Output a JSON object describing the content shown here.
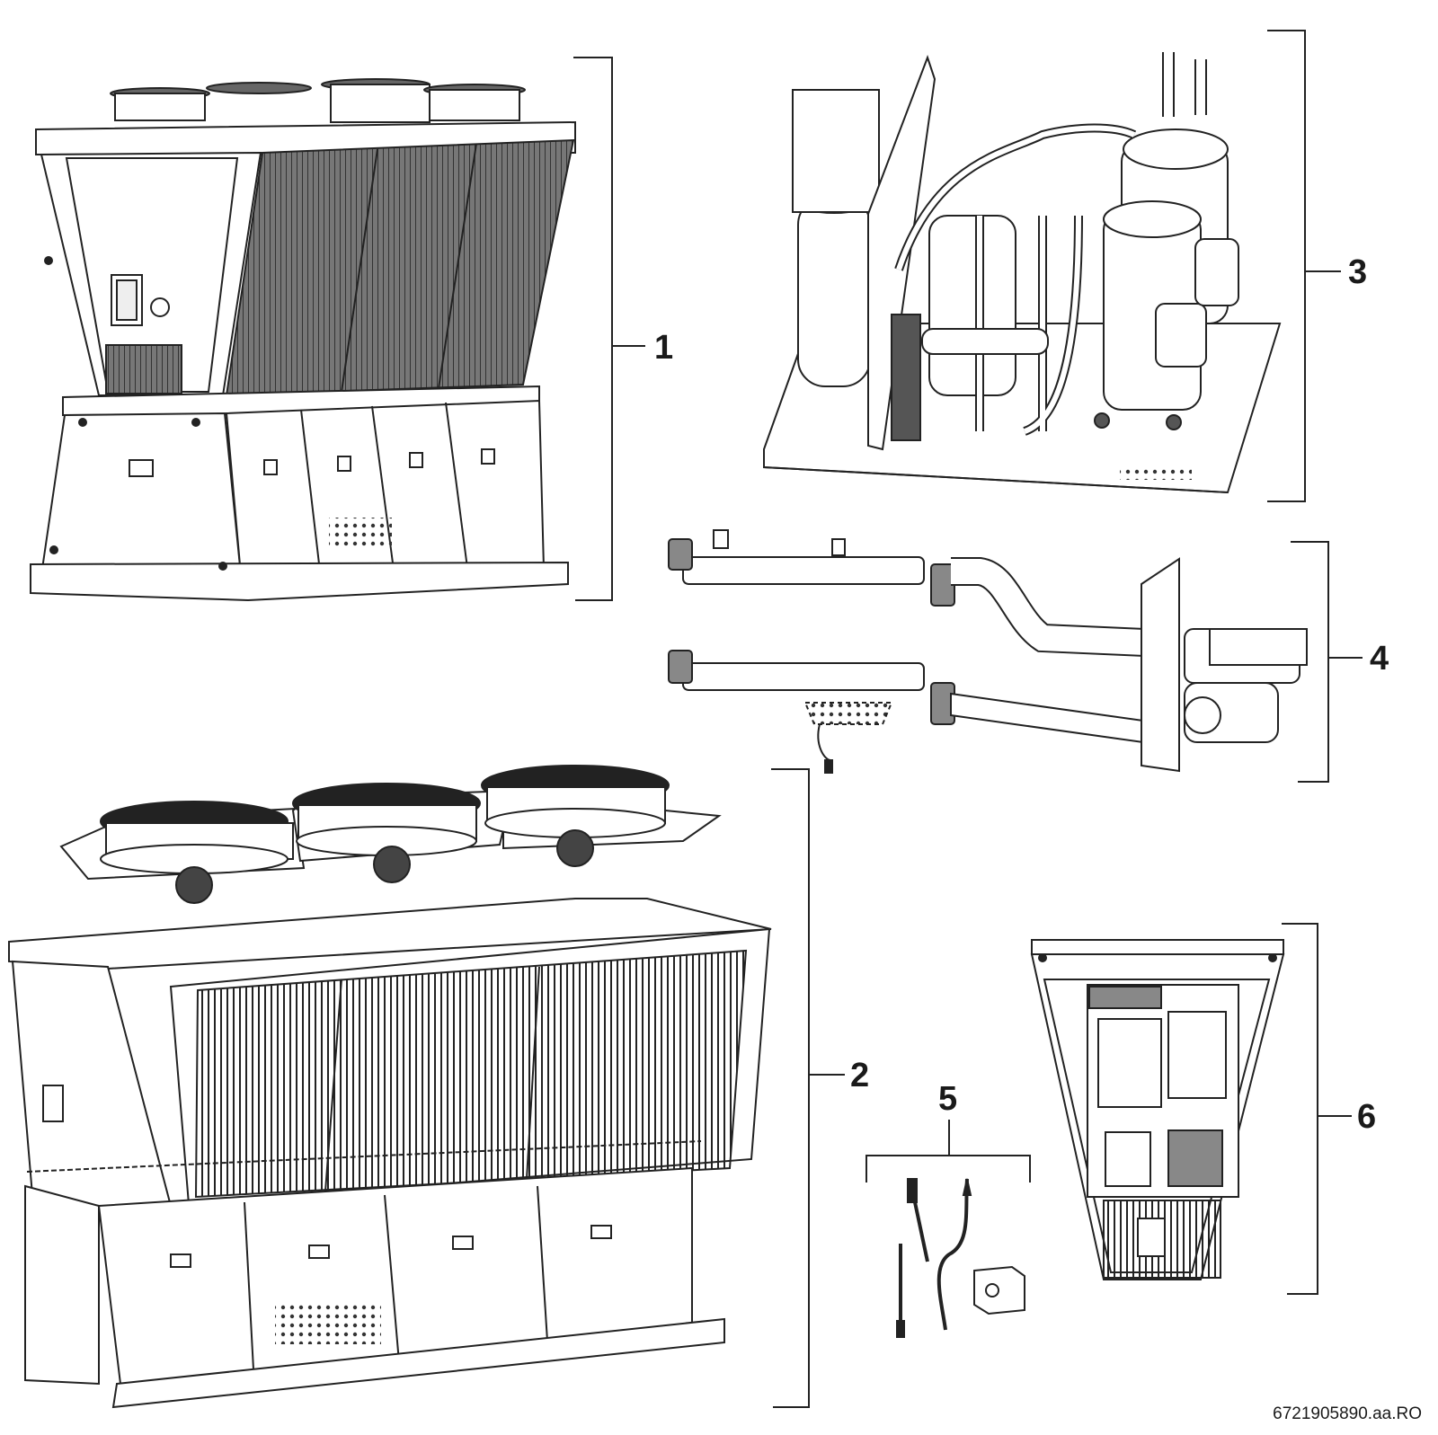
{
  "callouts": {
    "c1": "1",
    "c2": "2",
    "c3": "3",
    "c4": "4",
    "c5": "5",
    "c6": "6"
  },
  "reference_code": "6721905890.aa.RO",
  "parts": {
    "p1": "outdoor-unit-assembly",
    "p2": "fan-and-coil-assembly",
    "p3": "compressor-module",
    "p4": "water-piping-and-pump",
    "p5": "sensor-kit",
    "p6": "electrical-control-box"
  },
  "colors": {
    "line": "#222222",
    "shade": "#555555",
    "light": "#bbbbbb"
  }
}
